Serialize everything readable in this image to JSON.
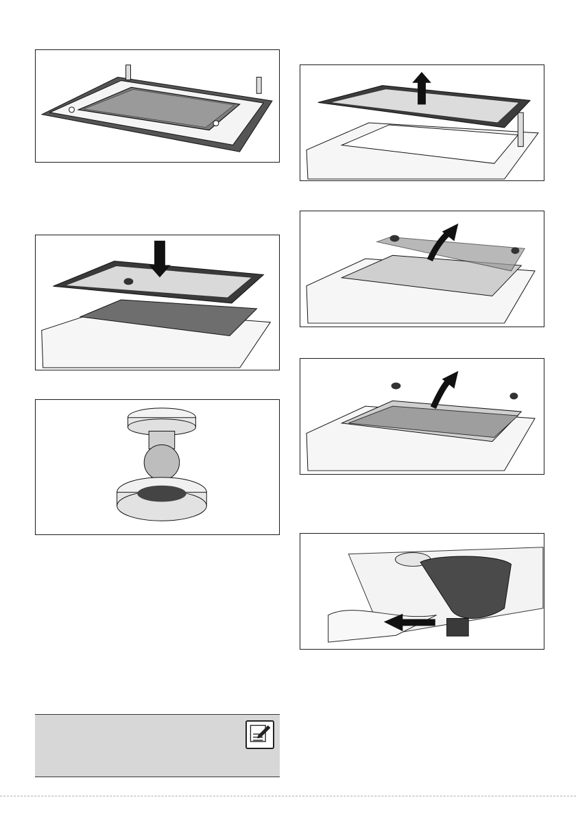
{
  "figures": [
    {
      "id": "fig-1",
      "alt": ""
    },
    {
      "id": "fig-2",
      "alt": ""
    },
    {
      "id": "fig-3",
      "alt": ""
    },
    {
      "id": "fig-4",
      "alt": ""
    },
    {
      "id": "fig-5",
      "alt": ""
    },
    {
      "id": "fig-6",
      "alt": ""
    },
    {
      "id": "fig-7",
      "alt": ""
    }
  ],
  "note": {
    "text": "",
    "icon": "pencil-note-icon"
  },
  "colors": {
    "glass_dark": "#3a3a3a",
    "glass_grey": "#8a8a8a",
    "note_bg": "#d7d7d7",
    "line": "#1a1a1a"
  }
}
